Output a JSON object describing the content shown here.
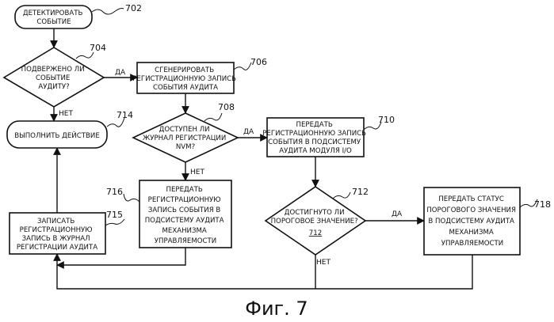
{
  "figure_caption": "Фиг. 7",
  "nodes": {
    "n702": {
      "lines": [
        "ДЕТЕКТИРОВАТЬ",
        "СОБЫТИЕ"
      ],
      "ref": "702"
    },
    "n704": {
      "lines": [
        "ПОДВЕРЖЕНО ЛИ",
        "СОБЫТИЕ",
        "АУДИТУ?"
      ],
      "ref": "704"
    },
    "n706": {
      "lines": [
        "СГЕНЕРИРОВАТЬ",
        "РЕГИСТРАЦИОННУЮ ЗАПИСЬ",
        "СОБЫТИЯ АУДИТА"
      ],
      "ref": "706"
    },
    "n714": {
      "lines": [
        "ВЫПОЛНИТЬ ДЕЙСТВИЕ"
      ],
      "ref": "714"
    },
    "n708": {
      "lines": [
        "ДОСТУПЕН ЛИ",
        "ЖУРНАЛ РЕГИСТРАЦИИ",
        "NVM?"
      ],
      "ref": "708"
    },
    "n710": {
      "lines": [
        "ПЕРЕДАТЬ",
        "РЕГИСТРАЦИОННУЮ ЗАПИСЬ",
        "СОБЫТИЯ В ПОДСИСТЕМУ",
        "АУДИТА МОДУЛЯ I/O"
      ],
      "ref": "710"
    },
    "n716": {
      "lines": [
        "ПЕРЕДАТЬ",
        "РЕГИСТРАЦИОННУЮ",
        "ЗАПИСЬ СОБЫТИЯ В",
        "ПОДСИСТЕМУ АУДИТА",
        "МЕХАНИЗМА",
        "УПРАВЛЯЕМОСТИ"
      ],
      "ref": "716"
    },
    "n715": {
      "lines": [
        "ЗАПИСАТЬ",
        "РЕГИСТРАЦИОННУЮ",
        "ЗАПИСЬ В ЖУРНАЛ",
        "РЕГИСТРАЦИИ АУДИТА"
      ],
      "ref": "715"
    },
    "n712": {
      "lines": [
        "ДОСТИГНУТО ЛИ",
        "ПОРОГОВОЕ ЗНАЧЕНИЕ?",
        "712"
      ],
      "ref": "712"
    },
    "n718": {
      "lines": [
        "ПЕРЕДАТЬ СТАТУС",
        "ПОРОГОВОГО ЗНАЧЕНИЯ",
        "В ПОДСИСТЕМУ АУДИТА",
        "МЕХАНИЗМА",
        "УПРАВЛЯЕМОСТИ"
      ],
      "ref": "718"
    }
  },
  "edge_labels": {
    "yes704": "ДА",
    "no704": "НЕТ",
    "yes708": "ДА",
    "no708": "НЕТ",
    "yes712": "ДА",
    "no712": "НЕТ"
  }
}
